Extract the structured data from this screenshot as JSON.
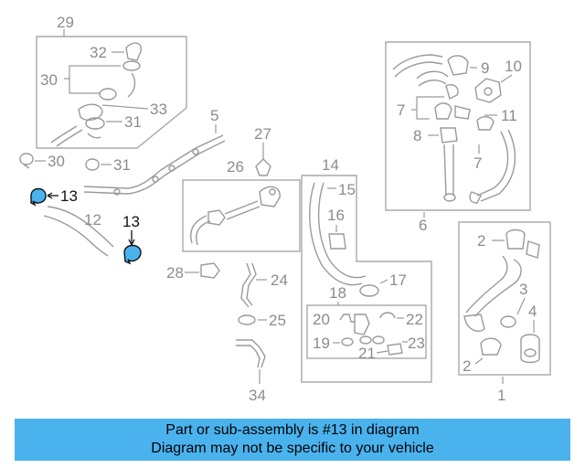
{
  "diagram": {
    "labels": {
      "l29": "29",
      "l32": "32",
      "l30a": "30",
      "l33": "33",
      "l31a": "31",
      "l30b": "30",
      "l31b": "31",
      "l13a": "13",
      "l12": "12",
      "l13b": "13",
      "l5": "5",
      "l27": "27",
      "l26": "26",
      "l28": "28",
      "l24": "24",
      "l25": "25",
      "l34": "34",
      "l14": "14",
      "l15": "15",
      "l16": "16",
      "l17": "17",
      "l18": "18",
      "l20": "20",
      "l22": "22",
      "l19": "19",
      "l23": "23",
      "l21": "21",
      "l9": "9",
      "l10": "10",
      "l7a": "7",
      "l11": "11",
      "l8": "8",
      "l7b": "7",
      "l6": "6",
      "l2a": "2",
      "l3": "3",
      "l4": "4",
      "l2b": "2",
      "l1": "1"
    },
    "highlight_color": "#4ab3ee"
  },
  "banner": {
    "line1": "Part or sub-assembly is #13 in diagram",
    "line2": "Diagram may not be specific to your vehicle",
    "color": "#4ab3ee"
  }
}
